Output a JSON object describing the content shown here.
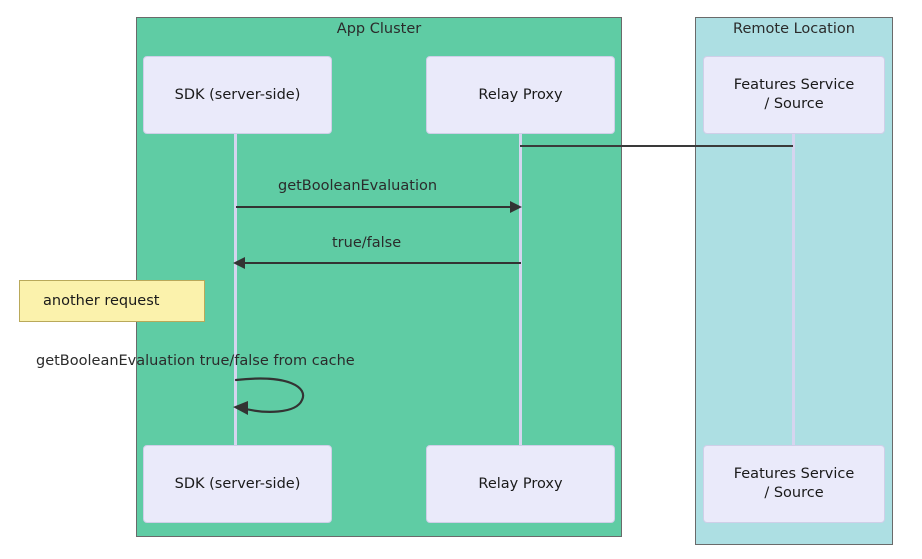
{
  "diagram": {
    "type": "sequence-diagram",
    "title": "",
    "colors": {
      "app_cluster_fill": "#5fcca4",
      "remote_location_fill": "#addfe3",
      "actor_fill": "#eaeafa",
      "actor_border": "#cfcfe8",
      "lifeline": "#d5d5ef",
      "arrow": "#333333",
      "note_fill": "#fbf2ac",
      "note_border": "#b9a95a",
      "container_border": "#6a6a6a",
      "text": "#2b2b2b",
      "background": "#ffffff"
    }
  },
  "containers": [
    {
      "id": "app-cluster",
      "title": "App Cluster",
      "fill": "#5fcca4"
    },
    {
      "id": "remote-location",
      "title": "Remote Location",
      "fill": "#addfe3"
    }
  ],
  "participants": [
    {
      "id": "sdk",
      "label": "SDK (server-side)",
      "container": "app-cluster"
    },
    {
      "id": "relay-proxy",
      "label": "Relay Proxy",
      "container": "app-cluster"
    },
    {
      "id": "features-service",
      "label": "Features Service / Source",
      "label_line1": "Features Service",
      "label_line2": "/ Source",
      "container": "remote-location"
    }
  ],
  "participants_bottom": [
    {
      "id": "sdk-bottom",
      "label": "SDK (server-side)"
    },
    {
      "id": "relay-proxy-bottom",
      "label": "Relay Proxy"
    },
    {
      "id": "features-service-bottom",
      "label_line1": "Features Service",
      "label_line2": "/ Source"
    }
  ],
  "messages": [
    {
      "id": "msg-1",
      "label": "getBooleanEvaluation",
      "from": "sdk",
      "to": "relay-proxy",
      "direction": "right",
      "kind": "solid"
    },
    {
      "id": "msg-2",
      "label": "true/false",
      "from": "relay-proxy",
      "to": "sdk",
      "direction": "left",
      "kind": "solid"
    },
    {
      "id": "msg-3",
      "label": "getBooleanEvaluation true/false from cache",
      "from": "sdk",
      "to": "sdk",
      "direction": "self",
      "kind": "solid"
    }
  ],
  "links": [
    {
      "id": "relay-to-features",
      "from": "relay-proxy",
      "to": "features-service",
      "kind": "solid-no-arrow"
    }
  ],
  "notes": [
    {
      "id": "note-another-request",
      "text": "another request",
      "attached_to": "sdk",
      "position": "left"
    }
  ]
}
